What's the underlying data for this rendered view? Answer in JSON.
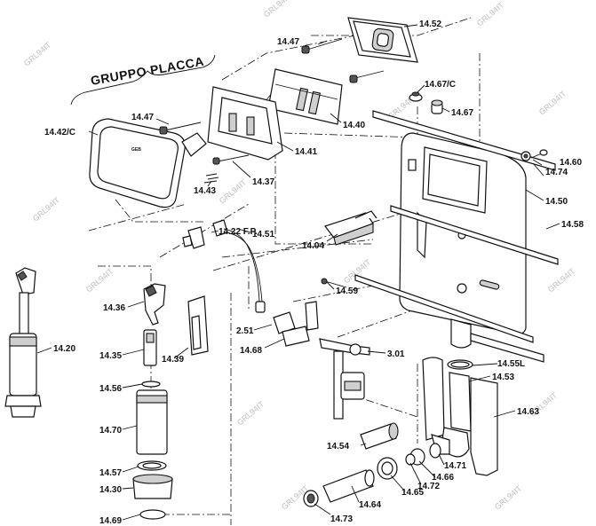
{
  "title": "GRUPPO PLACCA",
  "watermark": "GRL94IT",
  "labels": [
    "14.52",
    "14.47",
    "14.67/C",
    "14.67",
    "14.40",
    "14.47",
    "14.42/C",
    "14.41",
    "14.37",
    "14.43",
    "14.60",
    "14.74",
    "14.50",
    "14.22 F.P.",
    "14.51",
    "14.04",
    "14.58",
    "14.59",
    "14.20",
    "14.36",
    "2.51",
    "14.68",
    "3.01",
    "14.35",
    "14.39",
    "14.55L",
    "14.53",
    "14.56",
    "14.63",
    "14.70",
    "14.54",
    "14.71",
    "14.66",
    "14.57",
    "14.72",
    "14.30",
    "14.65",
    "14.64",
    "14.69",
    "14.73"
  ]
}
